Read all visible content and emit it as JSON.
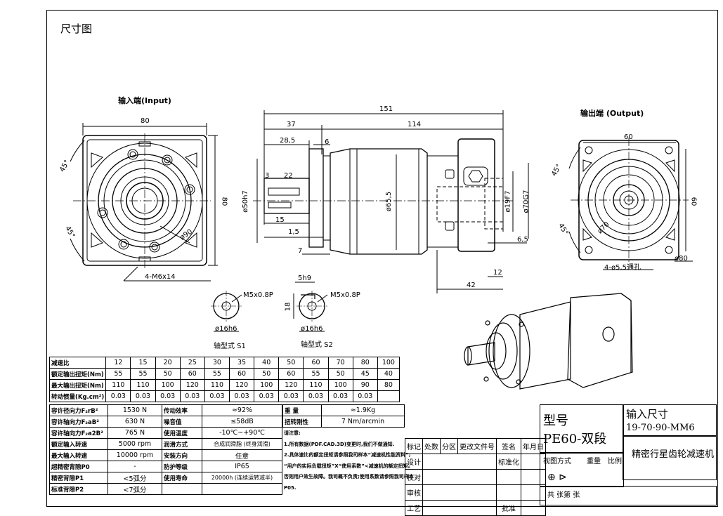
{
  "page_title": "尺寸图",
  "views": {
    "input_label": "输入端(Input)",
    "output_label": "输出端 (Output)",
    "shaft_s1": "轴型式 S1",
    "shaft_s2": "轴型式 S2"
  },
  "dims": {
    "d80_top": "80",
    "d80_side": "80",
    "ang45a": "45°",
    "ang45b": "45°",
    "phi90": "ø90",
    "m6": "4-M6x14",
    "d151": "151",
    "d37": "37",
    "d114": "114",
    "d285": "28,5",
    "d6": "6",
    "d3": "3",
    "d22": "22",
    "d15": "15",
    "d15b": "1,5",
    "d7": "7",
    "phi50": "ø50h7",
    "phi655": "ø65,5",
    "phi19": "ø19F7",
    "phi70g": "ø70G7",
    "d65": "6,5",
    "d12": "12",
    "d42": "42",
    "d60_top": "60",
    "d60_side": "60",
    "ang45c": "45°",
    "ang45d": "45°",
    "phi70": "ø70",
    "phi80": "ø80",
    "holes": "4-ø5,5通孔",
    "m5a": "M5x0.8P",
    "m5b": "M5x0.8P",
    "phi16a": "ø16h6",
    "phi16b": "ø16h6",
    "d5h9": "5h9",
    "d18": "18"
  },
  "ratio_table": {
    "rows": [
      {
        "label": "减速比",
        "values": [
          "12",
          "15",
          "20",
          "25",
          "30",
          "35",
          "40",
          "50",
          "60",
          "70",
          "80",
          "100"
        ]
      },
      {
        "label": "额定输出扭矩(Nm)",
        "values": [
          "55",
          "55",
          "50",
          "60",
          "55",
          "60",
          "50",
          "60",
          "55",
          "50",
          "45",
          "40"
        ]
      },
      {
        "label": "最大输出扭矩(Nm)",
        "values": [
          "110",
          "110",
          "100",
          "120",
          "110",
          "120",
          "100",
          "120",
          "110",
          "100",
          "90",
          "80"
        ]
      },
      {
        "label": "转动惯量(Kg.cm²)",
        "values": [
          "0.03",
          "0.03",
          "0.03",
          "0.03",
          "0.03",
          "0.03",
          "0.03",
          "0.03",
          "0.03",
          "0.03",
          "0.03",
          ""
        ]
      }
    ]
  },
  "spec_table": {
    "rows": [
      {
        "label": "容许径向力F₂rB²",
        "value": "1530 N",
        "label2": "传动效率",
        "value2": "≈92%"
      },
      {
        "label": "容许轴向力F₂aB²",
        "value": "630 N",
        "label2": "噪音值",
        "value2": "≤58dB"
      },
      {
        "label": "容许轴向力F₂a2B²",
        "value": "765 N",
        "label2": "使用温度",
        "value2": "-10℃~+90℃"
      },
      {
        "label": "额定输入转速",
        "value": "5000 rpm",
        "label2": "润滑方式",
        "value2": "合成润滑脂 (终身润滑)"
      },
      {
        "label": "最大输入转速",
        "value": "10000 rpm",
        "label2": "安装方向",
        "value2": "任意"
      },
      {
        "label": "超精密背隙P0",
        "value": "-",
        "label2": "防护等级",
        "value2": "IP65"
      },
      {
        "label": "精密背隙P1",
        "value": "<5弧分",
        "label2": "使用寿命",
        "value2": "20000h (连续运转减半)"
      },
      {
        "label": "标准背隙P2",
        "value": "<7弧分",
        "label2": "",
        "value2": ""
      }
    ]
  },
  "weight": {
    "label": "重  量",
    "value": "≈1.9Kg"
  },
  "stiffness": {
    "label": "扭转刚性",
    "value": "7 Nm/arcmin"
  },
  "notes": {
    "title": "请注意:",
    "n1": "1.所有数据(PDF.CAD.3D)变更时,我们不做通知.",
    "n2": "2.具体速比的额定扭矩请参照我司样本“减速机性能资料”;",
    "n3": "“用户的实际负载扭矩”X“使用系数”<减速机的额定扭矩。",
    "n4": "否则用户效生故障。我司概不负责;使用系数请参照我司样本",
    "n5": "P05."
  },
  "title_block": {
    "rev_headers": [
      "标记",
      "处数",
      "分区",
      "更改文件号",
      "签名",
      "年月日"
    ],
    "design": "设计",
    "standard": "标准化",
    "check": "校对",
    "review": "审核",
    "process": "工艺",
    "approve": "批准",
    "model_label": "型号",
    "model_value": "PE60-双段",
    "input_size_label": "输入尺寸",
    "input_size_value": "19-70-90-MM6",
    "product_name": "精密行星齿轮减速机",
    "view_method": "视图方式",
    "weight": "重量",
    "scale": "比例",
    "sheets": "共  张第  张"
  }
}
